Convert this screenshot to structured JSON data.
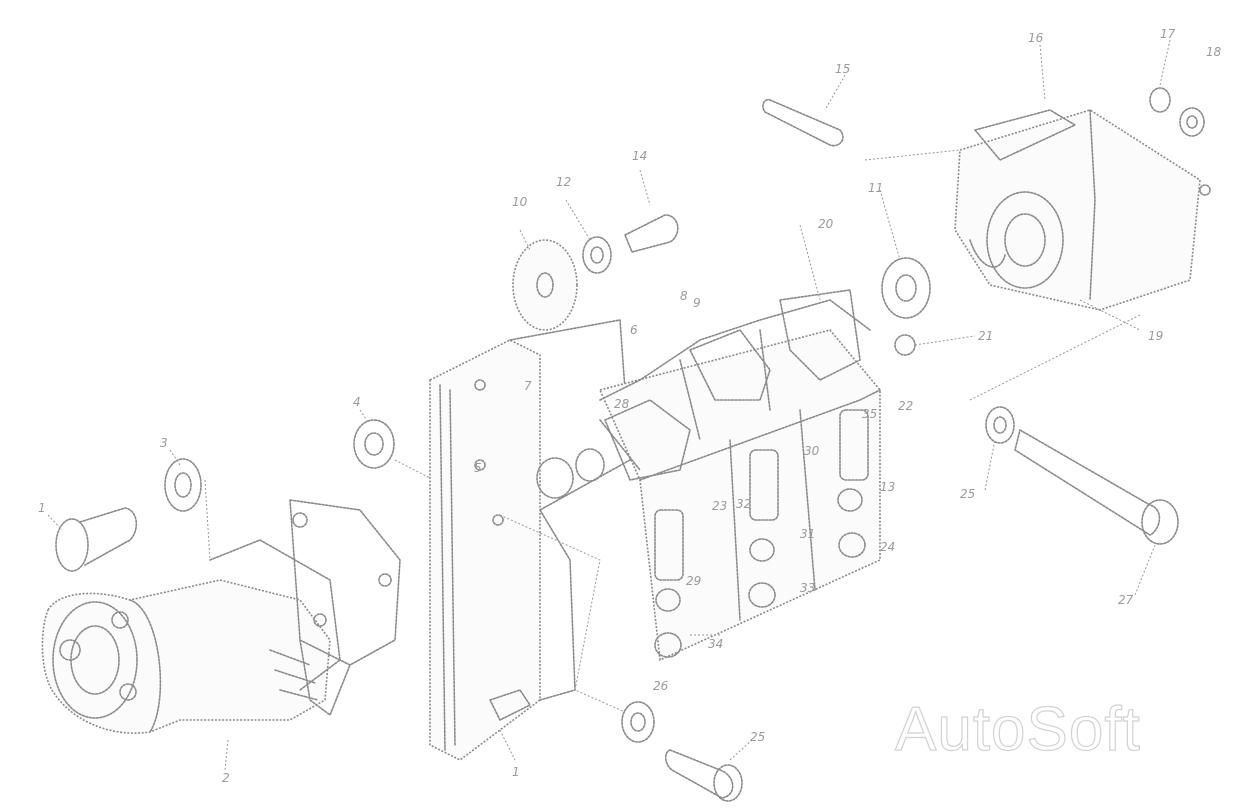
{
  "callouts": [
    {
      "id": "c1a",
      "text": "1"
    },
    {
      "id": "c2",
      "text": "2"
    },
    {
      "id": "c3",
      "text": "3"
    },
    {
      "id": "c4",
      "text": "4"
    },
    {
      "id": "c5",
      "text": "5"
    },
    {
      "id": "c1b",
      "text": "1"
    },
    {
      "id": "c7",
      "text": "7"
    },
    {
      "id": "c6",
      "text": "6"
    },
    {
      "id": "c8",
      "text": "8"
    },
    {
      "id": "c9",
      "text": "9"
    },
    {
      "id": "c10",
      "text": "10"
    },
    {
      "id": "c11",
      "text": "11"
    },
    {
      "id": "c12",
      "text": "12"
    },
    {
      "id": "c13",
      "text": "13"
    },
    {
      "id": "c14",
      "text": "14"
    },
    {
      "id": "c15",
      "text": "15"
    },
    {
      "id": "c16",
      "text": "16"
    },
    {
      "id": "c17",
      "text": "17"
    },
    {
      "id": "c18",
      "text": "18"
    },
    {
      "id": "c19",
      "text": "19"
    },
    {
      "id": "c20",
      "text": "20"
    },
    {
      "id": "c21",
      "text": "21"
    },
    {
      "id": "c22",
      "text": "22"
    },
    {
      "id": "c23",
      "text": "23"
    },
    {
      "id": "c24",
      "text": "24"
    },
    {
      "id": "c25a",
      "text": "25"
    },
    {
      "id": "c25b",
      "text": "25"
    },
    {
      "id": "c26",
      "text": "26"
    },
    {
      "id": "c27",
      "text": "27"
    },
    {
      "id": "c28",
      "text": "28"
    },
    {
      "id": "c29",
      "text": "29"
    },
    {
      "id": "c30",
      "text": "30"
    },
    {
      "id": "c31",
      "text": "31"
    },
    {
      "id": "c32",
      "text": "32"
    },
    {
      "id": "c33",
      "text": "33"
    },
    {
      "id": "c34",
      "text": "34"
    },
    {
      "id": "c35",
      "text": "35"
    }
  ],
  "watermark": "AutoSoft"
}
